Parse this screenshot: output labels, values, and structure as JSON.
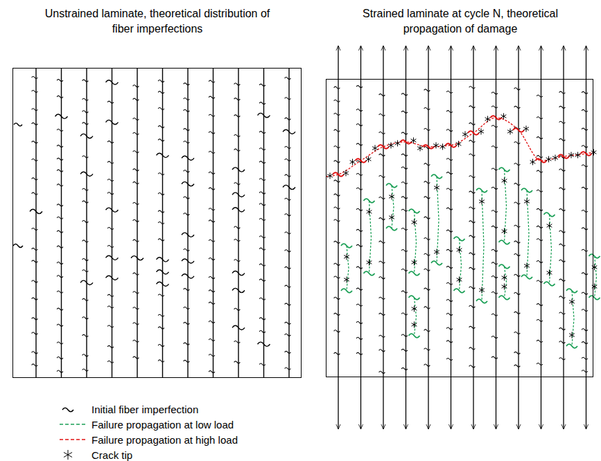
{
  "diagram": {
    "nodes": [
      {
        "text": [
          "Unstrained laminate, theoretical distribution of fiber imperfections"
        ]
      },
      {
        "text": [
          "Strained laminate at cycle N, theoretical propagation of damage"
        ]
      }
    ],
    "legend": [
      {
        "text": "Initial fiber imperfection"
      },
      {
        "text": "Failure propagation at low load"
      },
      {
        "text": "Failure propagation at high load"
      },
      {
        "text": "Crack tip"
      }
    ]
  }
}
